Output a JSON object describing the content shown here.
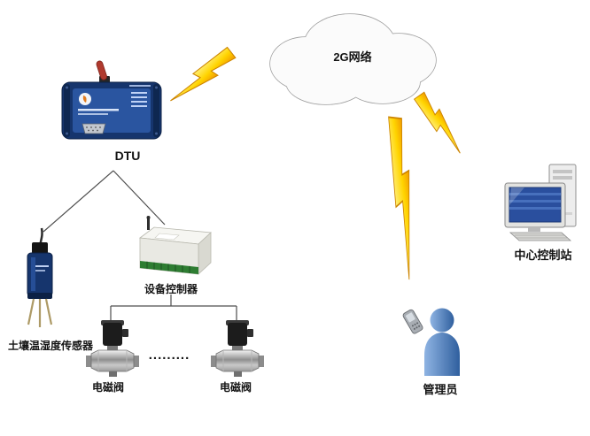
{
  "diagram": {
    "nodes": {
      "network": {
        "label": "2G网络"
      },
      "dtu": {
        "label": "DTU"
      },
      "soil_sensor": {
        "label": "土壤温湿度传感器"
      },
      "controller": {
        "label": "设备控制器"
      },
      "valve_left": {
        "label": "电磁阀"
      },
      "valve_right": {
        "label": "电磁阀"
      },
      "valve_ellipsis": {
        "label": "........."
      },
      "admin": {
        "label": "管理员"
      },
      "control_center": {
        "label": "中心控制站"
      }
    },
    "colors": {
      "lightning_light": "#ffee75",
      "lightning_mid": "#ffd400",
      "lightning_dark": "#f29b00",
      "lightning_stroke": "#cc8400",
      "cloud_fill": "#fbfbfb",
      "cloud_stroke": "#9c9c9c",
      "device_body_blue": "#16356d",
      "device_panel_blue": "#2a55a0",
      "connector_line": "#4d4d4d",
      "person_light": "#8fb4e3",
      "person_dark": "#2f5f9e",
      "screen_blue": "#2a4f9e",
      "terminal_green": "#2e7d32"
    }
  }
}
